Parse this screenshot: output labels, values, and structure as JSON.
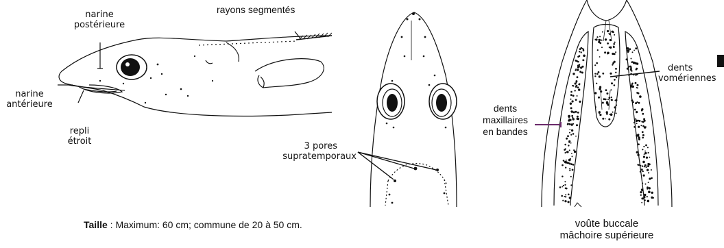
{
  "labels": {
    "narine_posterieure": [
      "narine",
      "postérieure"
    ],
    "rayons_segmentes": "rayons segmentés",
    "narine_anterieure": [
      "narine",
      "antérieure"
    ],
    "repli_etroit": [
      "repli",
      "étroit"
    ],
    "pores": [
      "3 pores",
      "supratemporaux"
    ],
    "dents_maxillaires": [
      "dents",
      "maxillaires",
      "en bandes"
    ],
    "dents_vomeriennes": [
      "dents",
      "vomériennes"
    ]
  },
  "caption": {
    "label": "Taille",
    "separator": " : ",
    "text": "Maximum: 60 cm; commune de 20 à 50 cm."
  },
  "subcaption": [
    "voûte buccale",
    "mâchoire supérieure"
  ],
  "colors": {
    "ink": "#111111",
    "pointer_purple": "#6a2a6a"
  }
}
